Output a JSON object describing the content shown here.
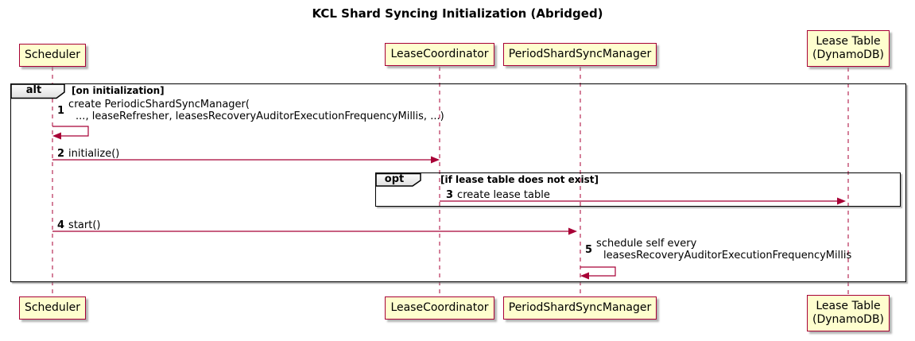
{
  "title": "KCL Shard Syncing Initialization (Abridged)",
  "participants": [
    {
      "id": "scheduler",
      "label": "Scheduler"
    },
    {
      "id": "lease-coordinator",
      "label": "LeaseCoordinator"
    },
    {
      "id": "period-shard-sync-manager",
      "label": "PeriodShardSyncManager"
    },
    {
      "id": "lease-table",
      "label": "Lease Table",
      "label2": "(DynamoDB)"
    }
  ],
  "frames": {
    "alt": {
      "operator": "alt",
      "condition": "[on initialization]"
    },
    "opt": {
      "operator": "opt",
      "condition": "[if lease table does not exist]"
    }
  },
  "messages": {
    "m1": {
      "num": "1",
      "line1": "create PeriodicShardSyncManager(",
      "line2": "..., leaseRefresher, leasesRecoveryAuditorExecutionFrequencyMillis, ...)"
    },
    "m2": {
      "num": "2",
      "text": "initialize()"
    },
    "m3": {
      "num": "3",
      "text": "create lease table"
    },
    "m4": {
      "num": "4",
      "text": "start()"
    },
    "m5": {
      "num": "5",
      "line1": "schedule self every",
      "line2": "leasesRecoveryAuditorExecutionFrequencyMillis"
    }
  },
  "colors": {
    "participant_fill": "#FEFECE",
    "participant_border": "#A80036",
    "line": "#A80036",
    "frame_border": "#000000",
    "background": "#FFFFFF"
  }
}
